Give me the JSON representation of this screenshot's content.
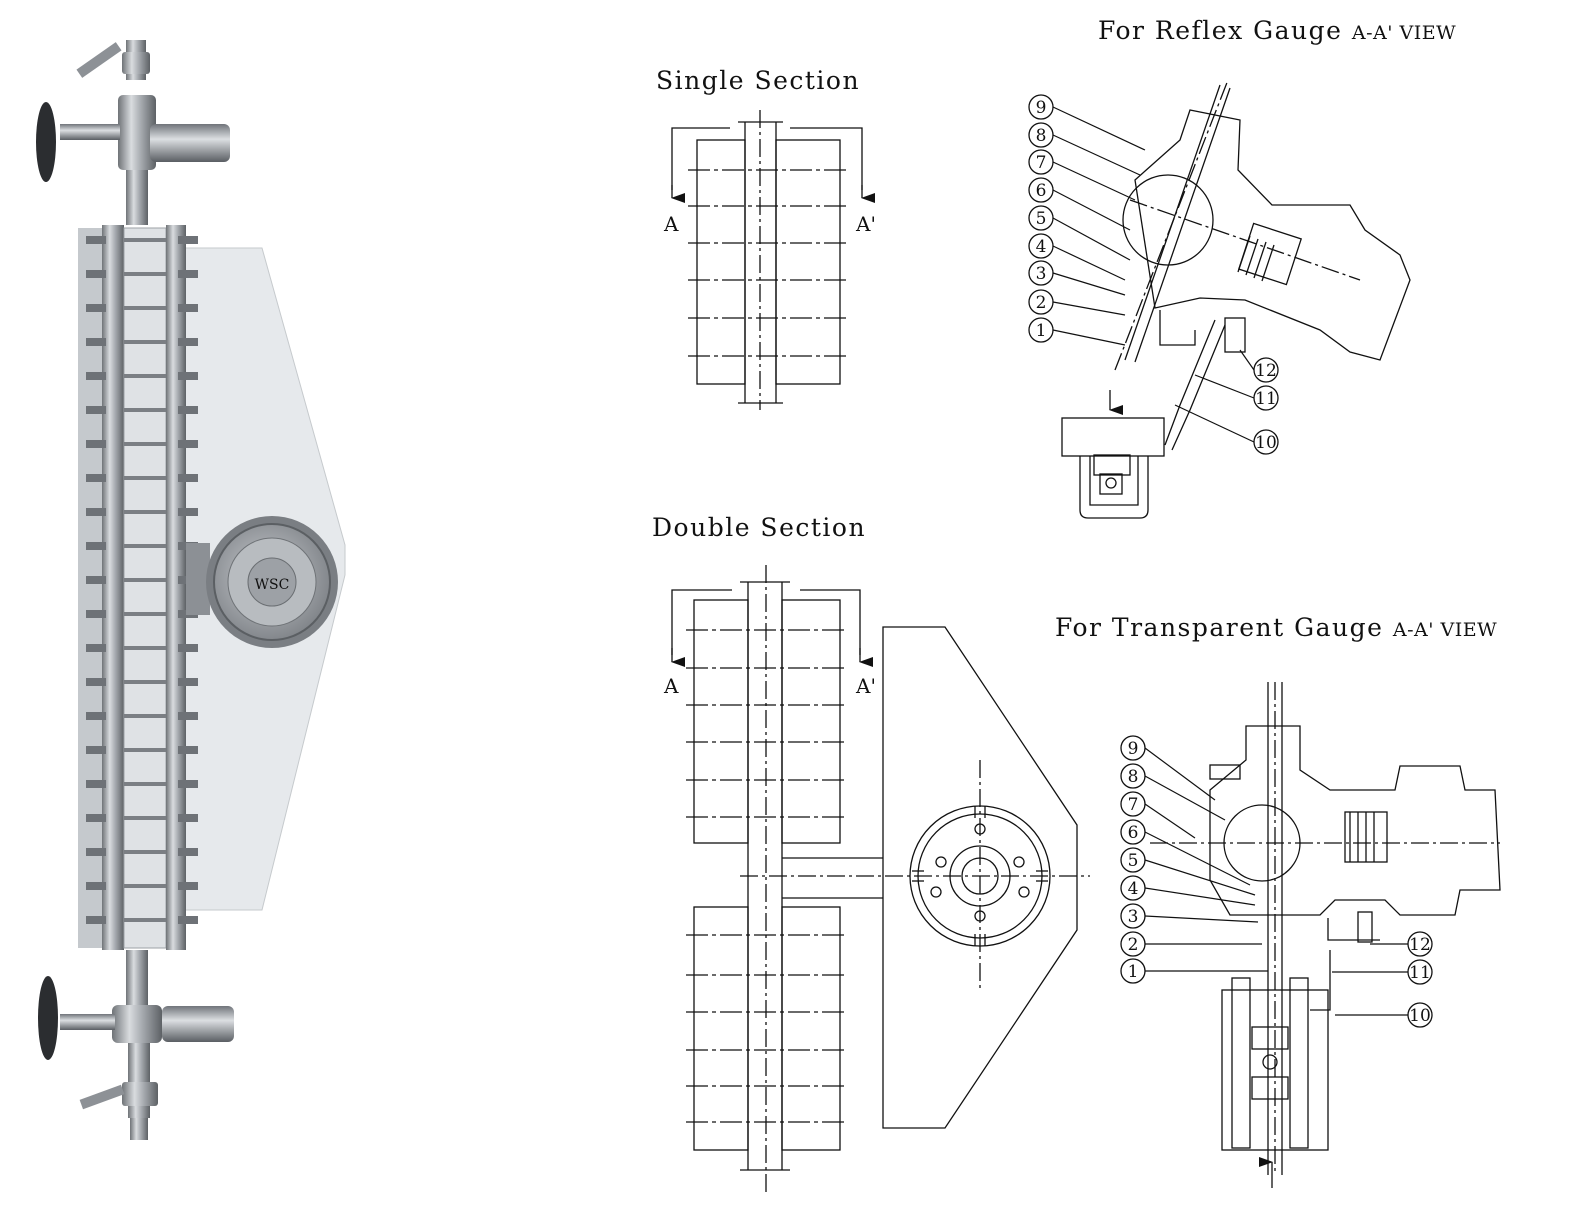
{
  "headings": {
    "single": "Single  Section",
    "double": "Double  Section",
    "reflex_main": "For Reflex Gauge",
    "reflex_view": "A-A' VIEW",
    "transparent_main": "For Transparent Gauge",
    "transparent_view": "A-A' VIEW"
  },
  "section_marks": {
    "single_left": "A",
    "single_right": "A'",
    "double_left": "A",
    "double_right": "A'"
  },
  "reflex_parts": [
    "9",
    "8",
    "7",
    "6",
    "5",
    "4",
    "3",
    "2",
    "1",
    "12",
    "11",
    "10"
  ],
  "transparent_parts": [
    "9",
    "8",
    "7",
    "6",
    "5",
    "4",
    "3",
    "2",
    "1",
    "12",
    "11",
    "10"
  ],
  "photo": {
    "brand_mark": "WSC"
  }
}
